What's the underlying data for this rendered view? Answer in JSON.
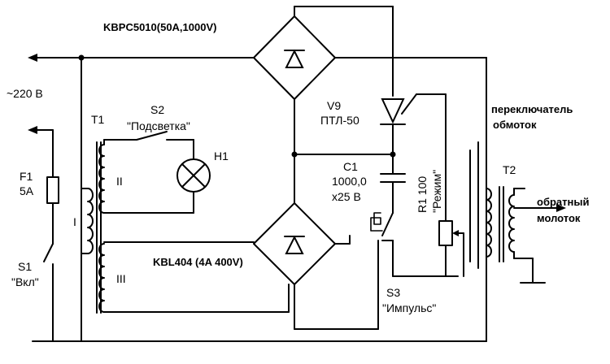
{
  "labels": {
    "mains": "~220 В",
    "bridge_top": "KBPC5010(50A,1000V)",
    "bridge_bottom": "KBL404 (4A 400V)",
    "t1": "T1",
    "t1_w1": "I",
    "t1_w2": "II",
    "t1_w3": "III",
    "s2": "S2",
    "s2_name": "\"Подсветка\"",
    "h1": "H1",
    "f1": "F1",
    "f1_rating": "5A",
    "s1": "S1",
    "s1_name": "\"Вкл\"",
    "v9": "V9",
    "v9_type": "ПТЛ-50",
    "c1": "C1",
    "c1_value": "1000,0",
    "c1_voltage": "x25 В",
    "r1": "R1  100",
    "r1_name": "\"Режим\"",
    "s3": "S3",
    "s3_name": "\"Импульс\"",
    "t2": "T2",
    "switch_line1": "переключатель",
    "switch_line2": "обмоток",
    "hammer_line1": "обратный",
    "hammer_line2": "молоток"
  }
}
